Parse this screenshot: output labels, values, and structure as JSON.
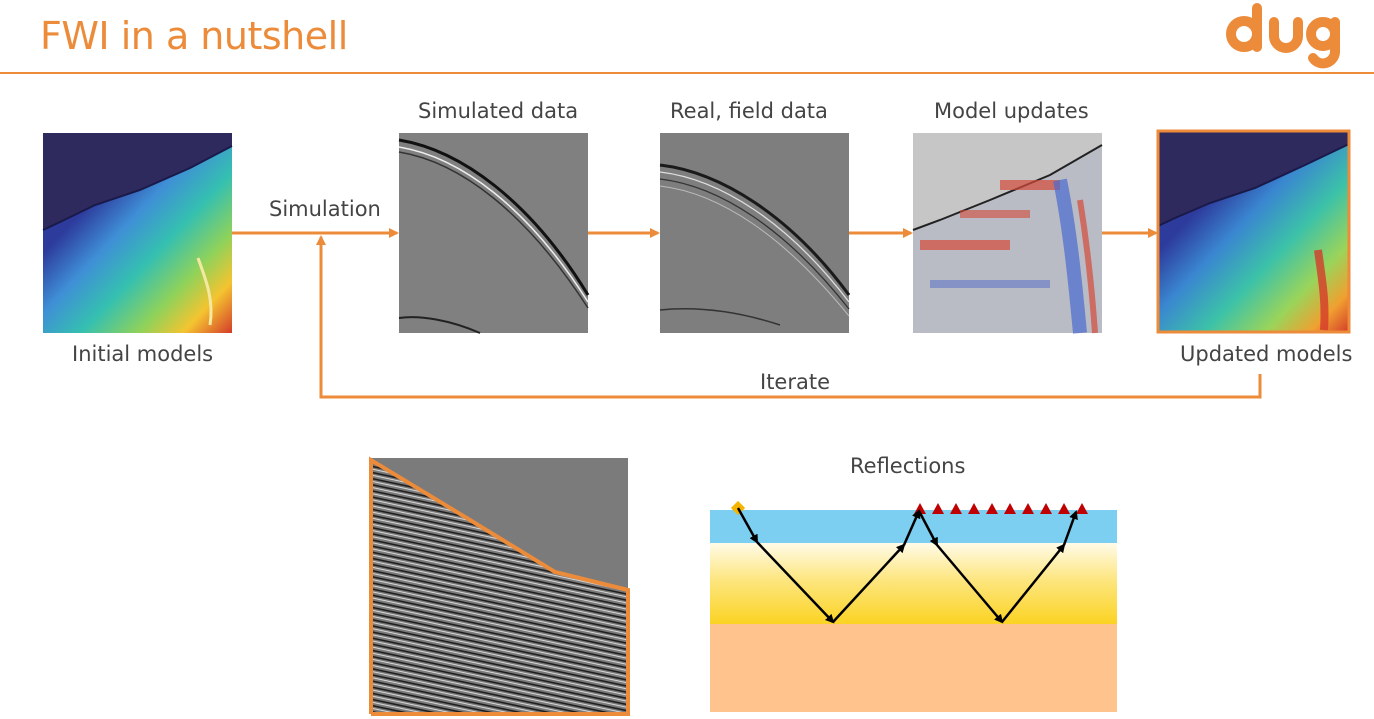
{
  "slide": {
    "title": "FWI in a nutshell",
    "logo_text": "dug",
    "accent_color": "#ec8b3a"
  },
  "flow": {
    "initial_label": "Initial models",
    "simulation_label": "Simulation",
    "simulated_label": "Simulated data",
    "field_label": "Real, field data",
    "updates_label": "Model updates",
    "updated_label": "Updated models",
    "iterate_label": "Iterate"
  },
  "bottom": {
    "reflections_label": "Reflections",
    "layer_colors": {
      "water": "#7ccff0",
      "sediment": "#fbd323",
      "basement": "#ffc48e"
    }
  }
}
